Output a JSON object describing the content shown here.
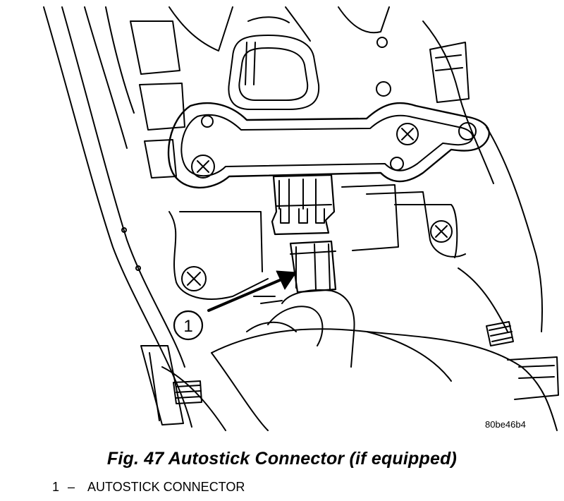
{
  "figure": {
    "caption": "Fig. 47 Autostick Connector (if equipped)",
    "code": "80be46b4"
  },
  "callouts": [
    {
      "number": "1",
      "label": "AUTOSTICK CONNECTOR"
    }
  ],
  "legend": {
    "separator": "–"
  }
}
